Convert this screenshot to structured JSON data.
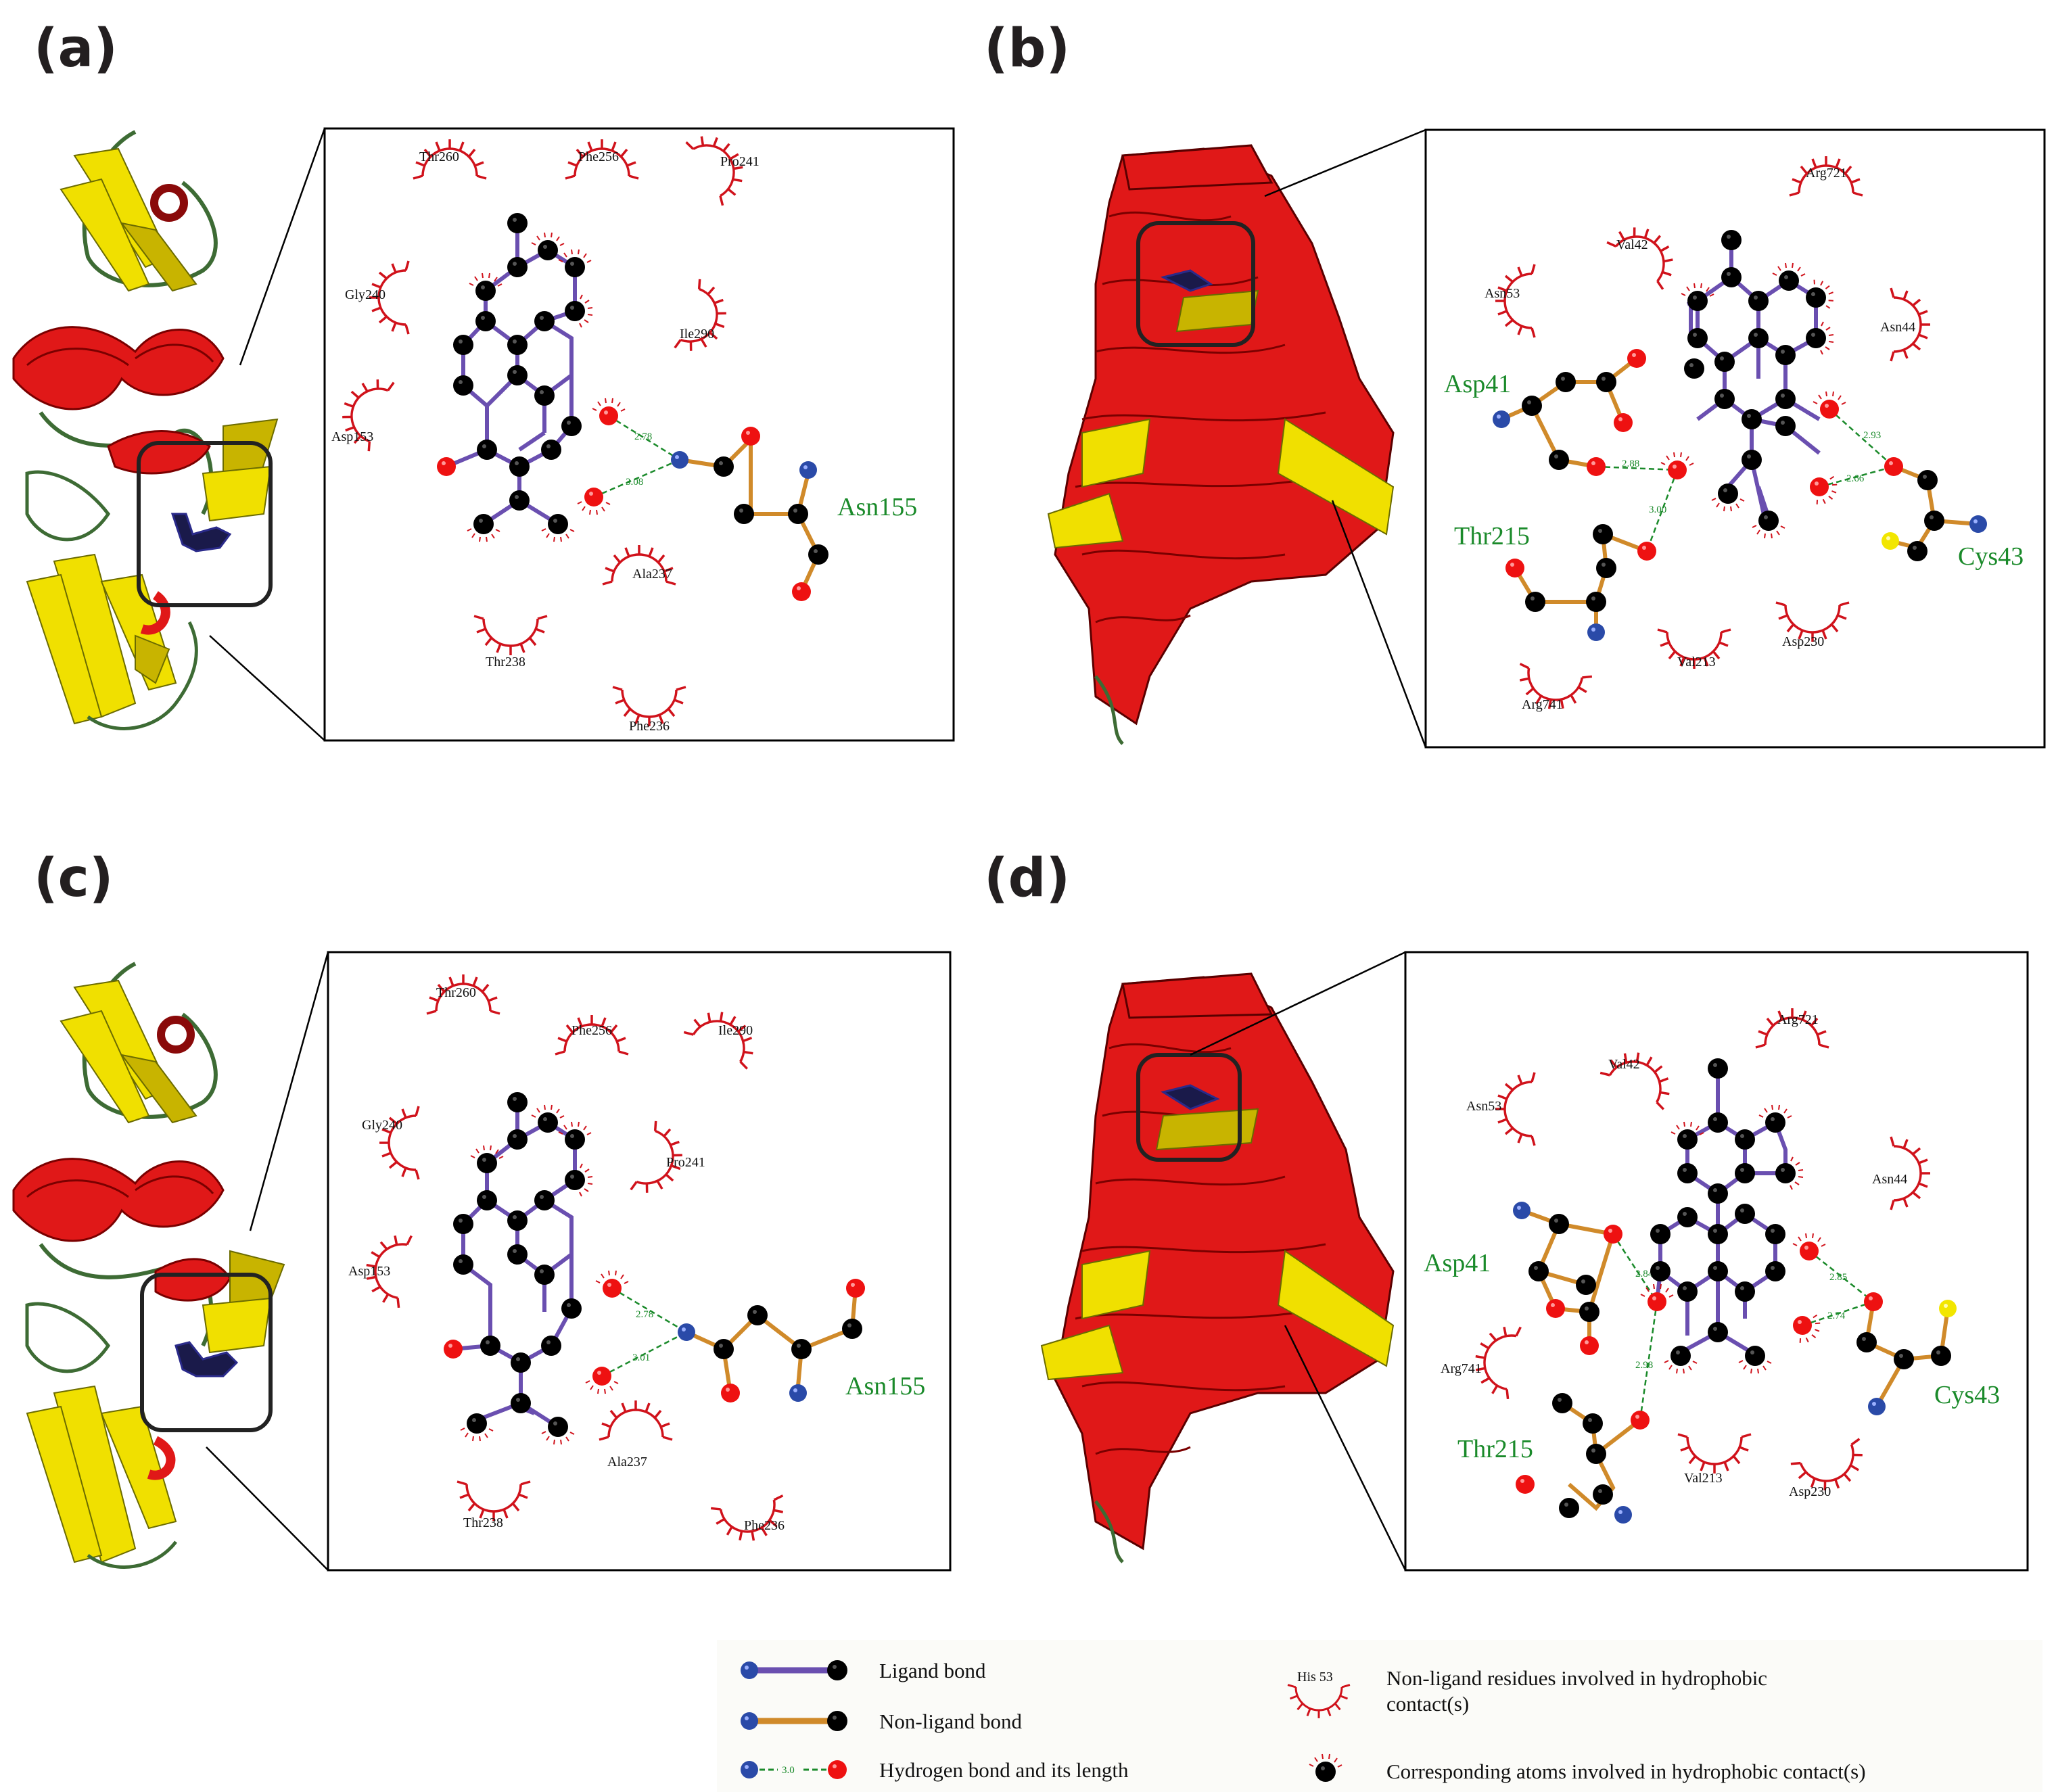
{
  "colors": {
    "ligand_bond": "#6a4fb0",
    "non_ligand_bond": "#d08a2a",
    "hbond": "#1a8a2a",
    "carbon": "#000000",
    "oxygen": "#ee1111",
    "nitrogen": "#2a4aa8",
    "sulfur": "#f2e600",
    "hydrophobic": "#d0121b",
    "helix": "#e01818",
    "sheet": "#f0e000",
    "loop": "#3d6b34"
  },
  "panels": {
    "a": {
      "letter": "(a)",
      "residues": [
        "Thr260",
        "Phe256",
        "Pro241",
        "Gly240",
        "Ile290",
        "Asp153",
        "Ala237",
        "Thr238",
        "Phe236"
      ],
      "hbond_lengths": [
        "2.78",
        "3.08"
      ],
      "hbond_partner": "Asn155"
    },
    "b": {
      "letter": "(b)",
      "residues": [
        "Arg721",
        "Val42",
        "Asn53",
        "Asn44",
        "Val213",
        "Asp230",
        "Arg741"
      ],
      "hbond_lengths": [
        "2.88",
        "3.00",
        "2.93",
        "2.66"
      ],
      "hbond_partners": [
        "Asp41",
        "Thr215",
        "Cys43"
      ]
    },
    "c": {
      "letter": "(c)",
      "residues": [
        "Thr260",
        "Phe256",
        "Ile290",
        "Gly240",
        "Pro241",
        "Asp153",
        "Ala237",
        "Thr238",
        "Phe236"
      ],
      "hbond_lengths": [
        "2.78",
        "3.01"
      ],
      "hbond_partner": "Asn155"
    },
    "d": {
      "letter": "(d)",
      "residues": [
        "Arg721",
        "Val42",
        "Asn53",
        "Asn44",
        "Arg741",
        "Val213",
        "Asp230"
      ],
      "hbond_lengths": [
        "2.84",
        "2.98",
        "2.85",
        "2.74"
      ],
      "hbond_partners": [
        "Asp41",
        "Thr215",
        "Cys43"
      ]
    }
  },
  "legend": {
    "ligand_bond": "Ligand bond",
    "non_ligand_bond": "Non-ligand bond",
    "hbond": "Hydrogen bond and its length",
    "hbond_sample": "3.0",
    "hydrophobic_residue_example": "His 53",
    "hydrophobic_residues_line1": "Non-ligand residues involved in hydrophobic",
    "hydrophobic_residues_line2": "contact(s)",
    "hydrophobic_atoms": "Corresponding atoms involved in hydrophobic contact(s)"
  }
}
